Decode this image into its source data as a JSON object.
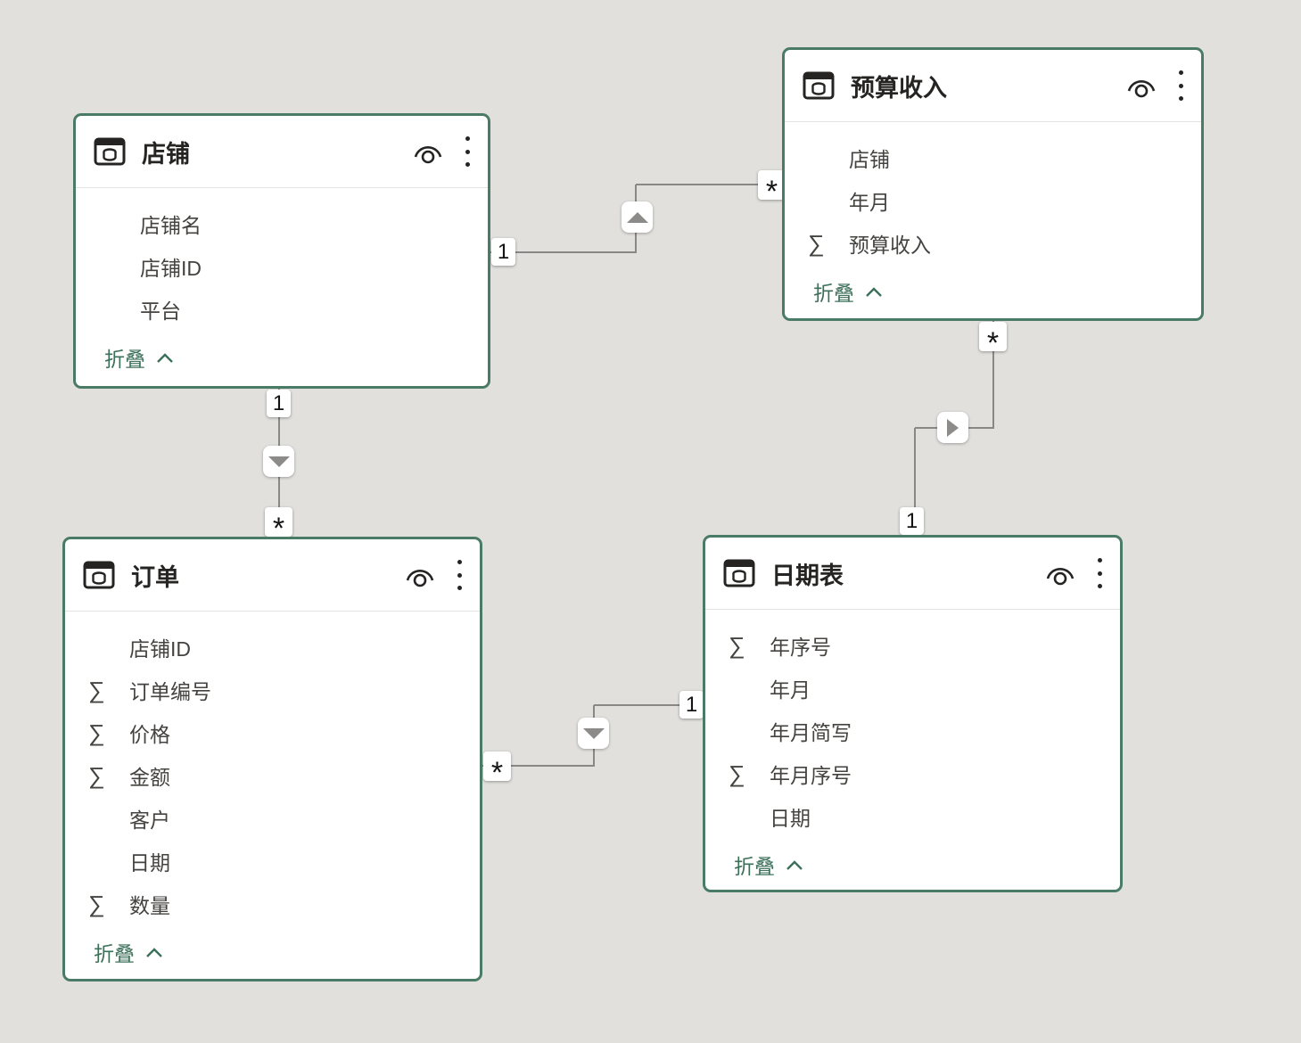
{
  "app": {
    "view_name": "model-view-canvas"
  },
  "colors": {
    "canvas_background": "#e1e0dd",
    "card_border_green": "#4a7b66",
    "collapse_link_green": "#3d705b",
    "title_text": "#252423",
    "field_text": "#454340",
    "connector_gray": "#8a8886"
  },
  "glyphs": {
    "sigma": "∑"
  },
  "tables": [
    {
      "title": "店铺",
      "collapse_label": "折叠",
      "fields": [
        {
          "name": "店铺名",
          "sigma": false
        },
        {
          "name": "店铺ID",
          "sigma": false
        },
        {
          "name": "平台",
          "sigma": false
        }
      ]
    },
    {
      "title": "预算收入",
      "collapse_label": "折叠",
      "fields": [
        {
          "name": "店铺",
          "sigma": false
        },
        {
          "name": "年月",
          "sigma": false
        },
        {
          "name": "预算收入",
          "sigma": true
        }
      ]
    },
    {
      "title": "订单",
      "collapse_label": "折叠",
      "fields": [
        {
          "name": "店铺ID",
          "sigma": false
        },
        {
          "name": "订单编号",
          "sigma": true
        },
        {
          "name": "价格",
          "sigma": true
        },
        {
          "name": "金额",
          "sigma": true
        },
        {
          "name": "客户",
          "sigma": false
        },
        {
          "name": "日期",
          "sigma": false
        },
        {
          "name": "数量",
          "sigma": true
        }
      ]
    },
    {
      "title": "日期表",
      "collapse_label": "折叠",
      "fields": [
        {
          "name": "年序号",
          "sigma": true
        },
        {
          "name": "年月",
          "sigma": false
        },
        {
          "name": "年月简写",
          "sigma": false
        },
        {
          "name": "年月序号",
          "sigma": true
        },
        {
          "name": "日期",
          "sigma": false
        }
      ]
    }
  ],
  "relationships": [
    {
      "from": "店铺",
      "to": "预算收入",
      "from_cardinality": "1",
      "to_cardinality": "*",
      "arrow_direction": "up"
    },
    {
      "from": "店铺",
      "to": "订单",
      "from_cardinality": "1",
      "to_cardinality": "*",
      "arrow_direction": "down"
    },
    {
      "from": "预算收入",
      "to": "日期表",
      "from_cardinality": "*",
      "to_cardinality": "1",
      "arrow_direction": "right"
    },
    {
      "from": "订单",
      "to": "日期表",
      "from_cardinality": "*",
      "to_cardinality": "1",
      "arrow_direction": "down"
    }
  ]
}
